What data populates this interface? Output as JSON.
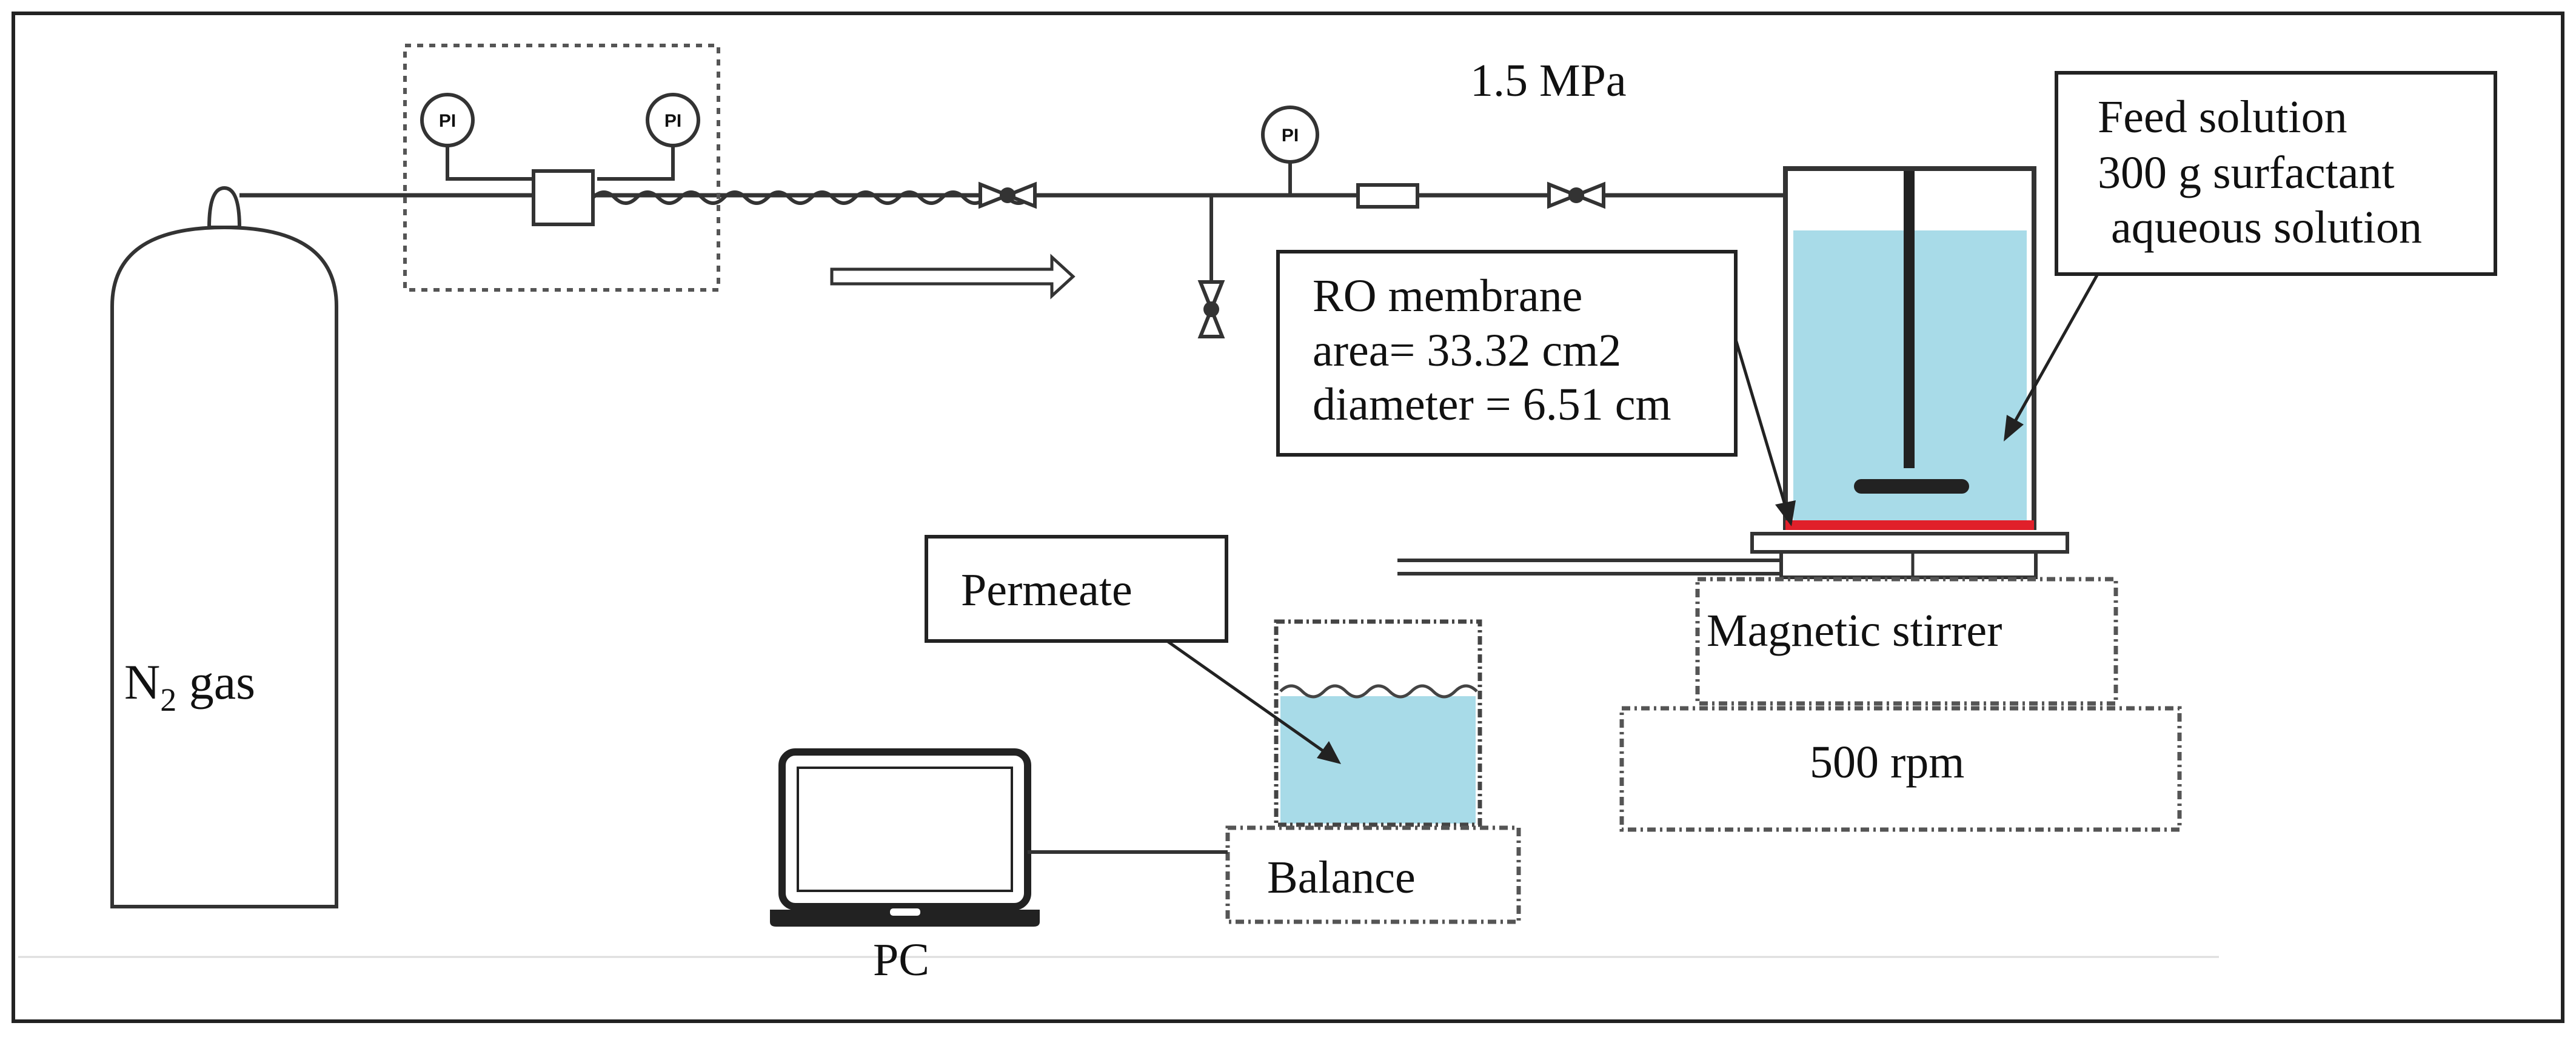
{
  "labels": {
    "pressure": "1.5 MPa",
    "gas_n": "N",
    "gas_sub": "2",
    "gas_rest": " gas",
    "pc": "PC",
    "balance": "Balance",
    "magnetic_stirrer": "Magnetic stirrer",
    "rpm": "500 rpm"
  },
  "callouts": {
    "feed_solution": [
      "Feed solution",
      "300 g surfactant",
      "aqueous solution"
    ],
    "ro_membrane": [
      "RO membrane",
      "area= 33.32 cm2",
      "diameter = 6.51 cm"
    ],
    "permeate": "Permeate"
  },
  "gauges": {
    "label": "PI"
  },
  "colors": {
    "water": "#a8dbe8",
    "membrane": "#e0202a",
    "line": "#333333",
    "border": "#222222"
  },
  "icons": [
    "gas-cylinder-icon",
    "pressure-gauge-icon",
    "valve-icon",
    "filter-icon",
    "flow-arrow-icon",
    "laptop-icon",
    "beaker-icon",
    "stirrer-icon"
  ]
}
